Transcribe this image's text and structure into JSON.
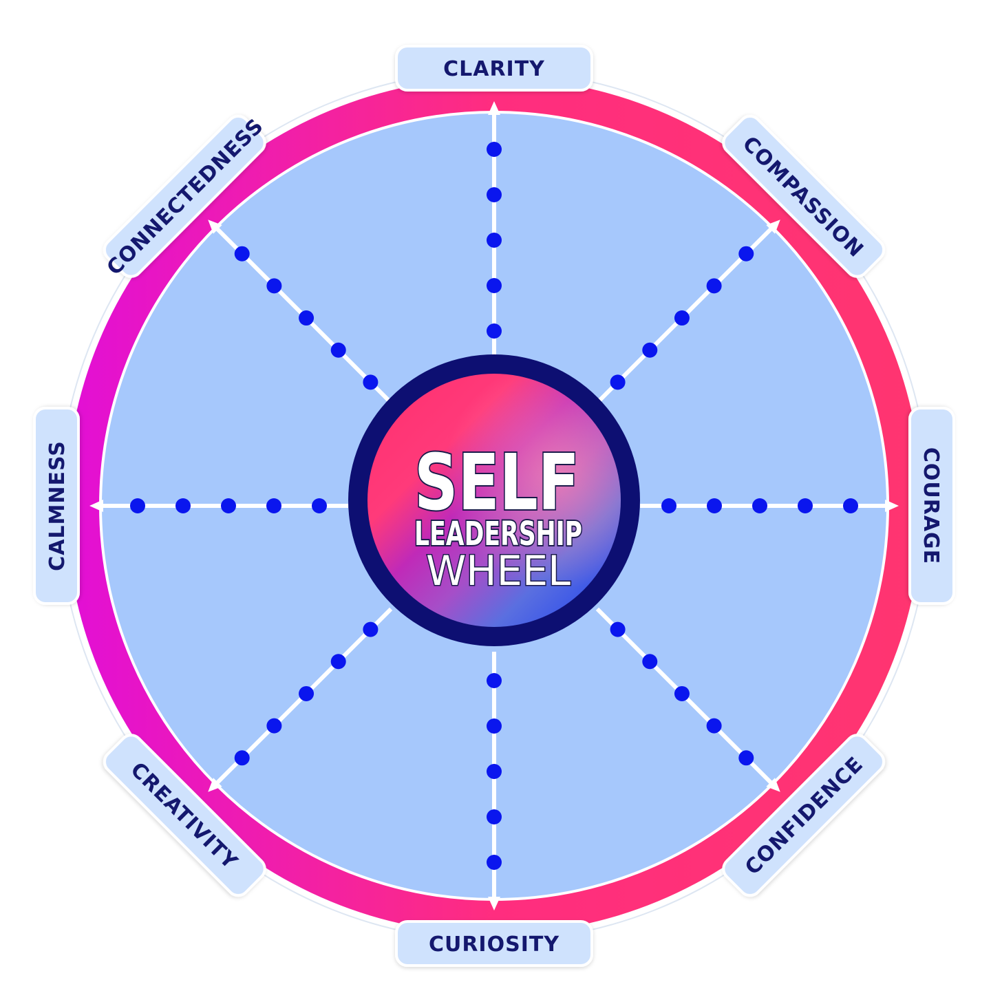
{
  "title": {
    "line1": "SELF",
    "line2": "LEADERSHIP",
    "line3": "WHEEL"
  },
  "spokes": [
    {
      "label": "CLARITY"
    },
    {
      "label": "COMPASSION"
    },
    {
      "label": "COURAGE"
    },
    {
      "label": "CONFIDENCE"
    },
    {
      "label": "CURIOSITY"
    },
    {
      "label": "CREATIVITY"
    },
    {
      "label": "CALMNESS"
    },
    {
      "label": "CONNECTEDNESS"
    }
  ],
  "dots_per_spoke": 5,
  "colors": {
    "ring_left": "#e20fd6",
    "ring_right": "#ff3570",
    "inner_fill": "#a6c8fc",
    "spoke": "#ffffff",
    "dot": "#0a16ee",
    "label_box": "#cfe2fd",
    "label_text": "#14186e",
    "hub_border": "#0d0f72"
  }
}
